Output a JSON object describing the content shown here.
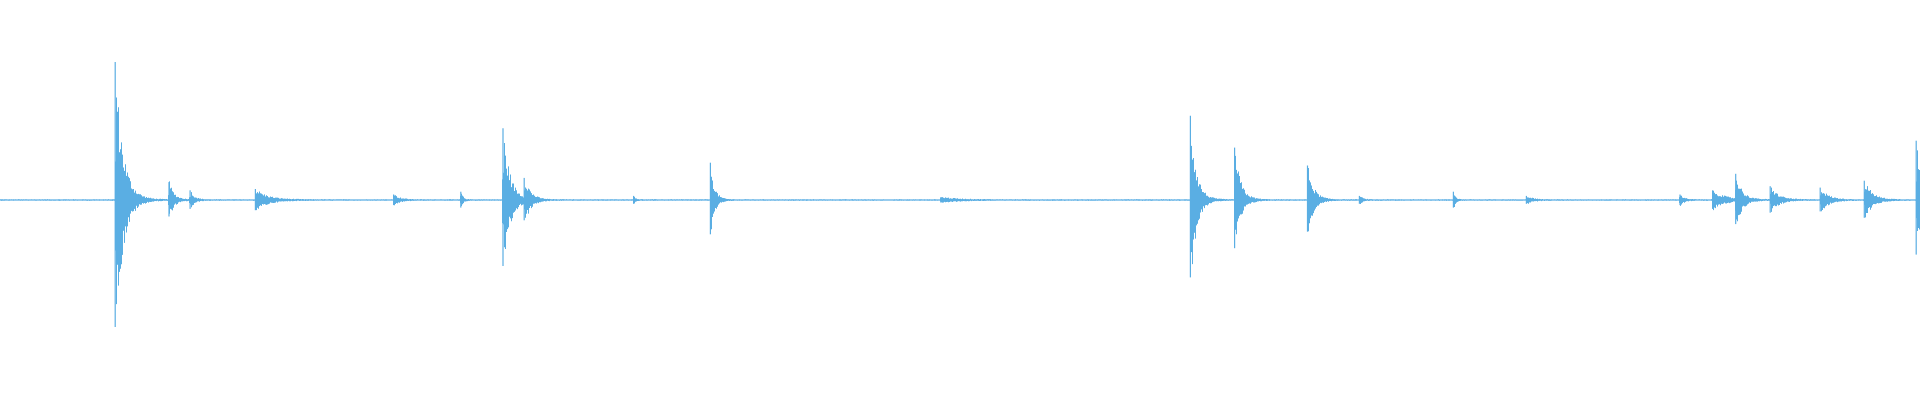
{
  "waveform": {
    "color": "#5aaee3",
    "baseline_noise": 0.006,
    "duration": 1.0,
    "events": [
      {
        "t": 0.06,
        "amp": 1.0,
        "decay": 0.004,
        "label": "transient"
      },
      {
        "t": 0.088,
        "amp": 0.13,
        "decay": 0.0025,
        "label": "transient"
      },
      {
        "t": 0.099,
        "amp": 0.07,
        "decay": 0.002,
        "label": "transient"
      },
      {
        "t": 0.133,
        "amp": 0.08,
        "decay": 0.006,
        "label": "transient"
      },
      {
        "t": 0.205,
        "amp": 0.04,
        "decay": 0.003,
        "label": "transient"
      },
      {
        "t": 0.24,
        "amp": 0.06,
        "decay": 0.001,
        "label": "transient"
      },
      {
        "t": 0.262,
        "amp": 0.52,
        "decay": 0.0035,
        "label": "transient"
      },
      {
        "t": 0.273,
        "amp": 0.16,
        "decay": 0.003,
        "label": "transient"
      },
      {
        "t": 0.33,
        "amp": 0.03,
        "decay": 0.001,
        "label": "transient"
      },
      {
        "t": 0.37,
        "amp": 0.27,
        "decay": 0.002,
        "label": "transient"
      },
      {
        "t": 0.49,
        "amp": 0.02,
        "decay": 0.008,
        "label": "transient"
      },
      {
        "t": 0.62,
        "amp": 0.61,
        "decay": 0.003,
        "label": "transient"
      },
      {
        "t": 0.643,
        "amp": 0.38,
        "decay": 0.003,
        "label": "transient"
      },
      {
        "t": 0.681,
        "amp": 0.25,
        "decay": 0.003,
        "label": "transient"
      },
      {
        "t": 0.708,
        "amp": 0.03,
        "decay": 0.0015,
        "label": "transient"
      },
      {
        "t": 0.757,
        "amp": 0.06,
        "decay": 0.001,
        "label": "transient"
      },
      {
        "t": 0.795,
        "amp": 0.03,
        "decay": 0.003,
        "label": "transient"
      },
      {
        "t": 0.875,
        "amp": 0.04,
        "decay": 0.002,
        "label": "transient"
      },
      {
        "t": 0.892,
        "amp": 0.07,
        "decay": 0.006,
        "label": "transient"
      },
      {
        "t": 0.904,
        "amp": 0.19,
        "decay": 0.003,
        "label": "transient"
      },
      {
        "t": 0.922,
        "amp": 0.1,
        "decay": 0.004,
        "label": "transient"
      },
      {
        "t": 0.948,
        "amp": 0.09,
        "decay": 0.004,
        "label": "transient"
      },
      {
        "t": 0.971,
        "amp": 0.14,
        "decay": 0.004,
        "label": "transient"
      },
      {
        "t": 0.998,
        "amp": 0.43,
        "decay": 0.003,
        "label": "transient"
      }
    ]
  }
}
